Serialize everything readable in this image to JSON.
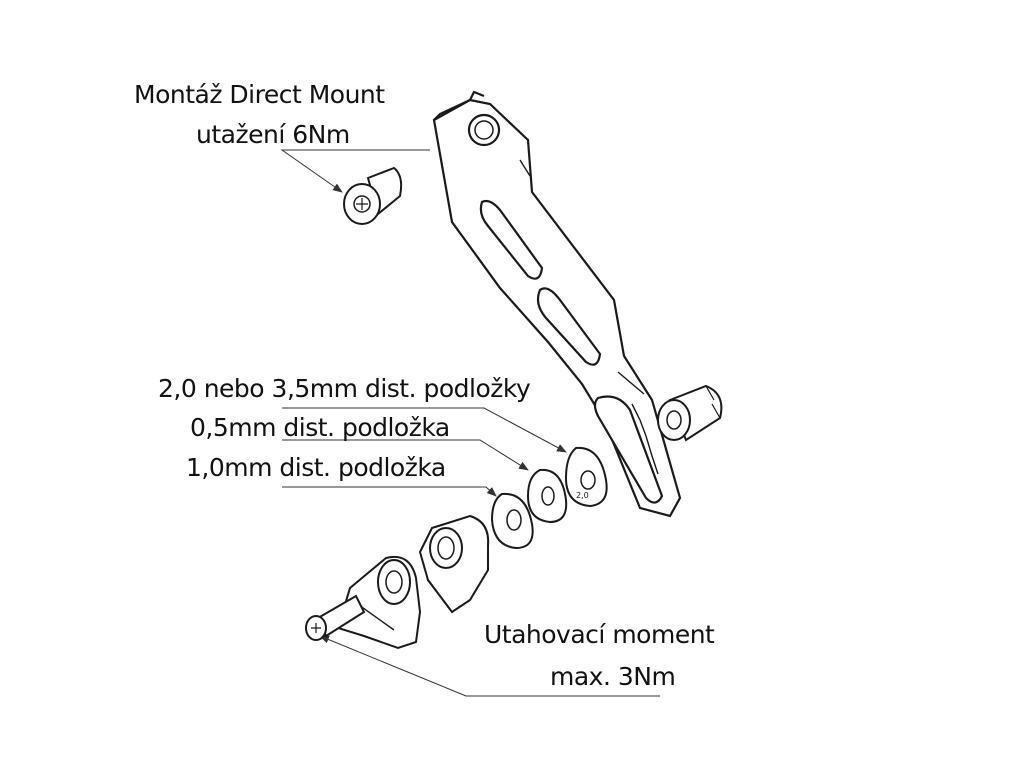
{
  "labels": {
    "mount_line1": "Montáž Direct Mount",
    "mount_line2": "utažení 6Nm",
    "spacer_a": "2,0 nebo 3,5mm dist. podložky",
    "spacer_b": "0,5mm dist. podložka",
    "spacer_c": "1,0mm dist. podložka",
    "torque_line1": "Utahovací moment",
    "torque_line2": "max. 3Nm"
  },
  "marks": {
    "spacer_stamp": "2,0"
  },
  "colors": {
    "line": "#1a1a1a",
    "leader": "#333333",
    "background": "#ffffff"
  }
}
